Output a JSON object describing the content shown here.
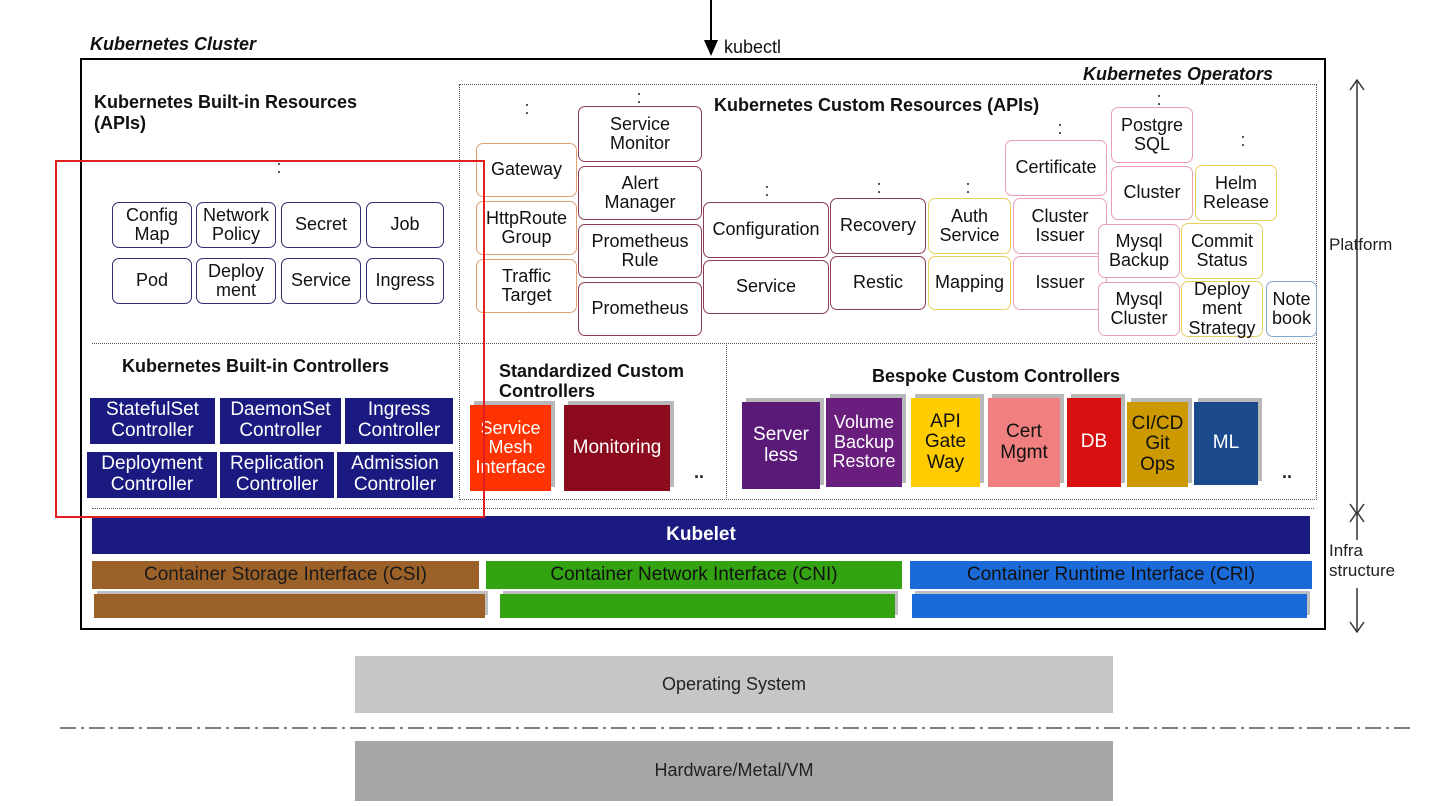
{
  "cluster_title": "Kubernetes Cluster",
  "kubectl": "kubectl",
  "operators_title": "Kubernetes Operators",
  "builtin_resources": {
    "title": "Kubernetes Built-in Resources\n(APIs)",
    "ellipsis": ":",
    "items": [
      "Config\nMap",
      "Network\nPolicy",
      "Secret",
      "Job",
      "Pod",
      "Deploy\nment",
      "Service",
      "Ingress"
    ]
  },
  "custom_resources": {
    "title": "Kubernetes Custom Resources (APIs)",
    "ellipsis": ":",
    "items": [
      "Gateway",
      "HttpRoute\nGroup",
      "Traffic\nTarget",
      "Service\nMonitor",
      "Alert\nManager",
      "Prometheus\nRule",
      "Prometheus",
      "Configuration",
      "Service",
      "Recovery",
      "Restic",
      "Auth\nService",
      "Mapping",
      "Certificate",
      "Cluster\nIssuer",
      "Issuer",
      "Postgre\nSQL",
      "Cluster",
      "Mysql\nBackup",
      "Mysql\nCluster",
      "Helm\nRelease",
      "Commit\nStatus",
      "Deploy\nment\nStrategy",
      "Note\nbook"
    ]
  },
  "builtin_controllers": {
    "title": "Kubernetes Built-in Controllers",
    "items": [
      "StatefulSet\nController",
      "DaemonSet\nController",
      "Ingress\nController",
      "Deployment\nController",
      "Replication\nController",
      "Admission\nController"
    ]
  },
  "standardized_controllers": {
    "title": "Standardized Custom\nControllers",
    "items": [
      "Service\nMesh\nInterface",
      "Monitoring"
    ],
    "ellipsis": ".."
  },
  "bespoke_controllers": {
    "title": "Bespoke Custom Controllers",
    "items": [
      "Server\nless",
      "Volume\nBackup\nRestore",
      "API\nGate\nWay",
      "Cert\nMgmt",
      "DB",
      "CI/CD\nGit\nOps",
      "ML"
    ],
    "ellipsis": ".."
  },
  "kubelet": "Kubelet",
  "interfaces": [
    "Container Storage Interface (CSI)",
    "Container Network Interface (CNI)",
    "Container Runtime Interface (CRI)"
  ],
  "operating_system": "Operating System",
  "hardware": "Hardware/Metal/VM",
  "side_labels": {
    "platform": "Platform",
    "infrastructure": "Infra\nstructure"
  },
  "colors": {
    "controller_blue": "#1a1a80",
    "service_mesh": "#ff3300",
    "monitoring": "#8b0a1e",
    "serverless": "#5a1a78",
    "volume_backup": "#6a1e7e",
    "api_gateway": "#ffcc00",
    "cert_mgmt": "#f08080",
    "db": "#d81010",
    "cicd": "#cc9900",
    "ml": "#1a4a8c",
    "kubelet": "#1a1a80",
    "csi": "#9c6128",
    "cni": "#33a312",
    "cri": "#1a6ad8",
    "highlight": "#e02020",
    "os": "#c6c6c6",
    "hardware": "#a6a6a6"
  }
}
